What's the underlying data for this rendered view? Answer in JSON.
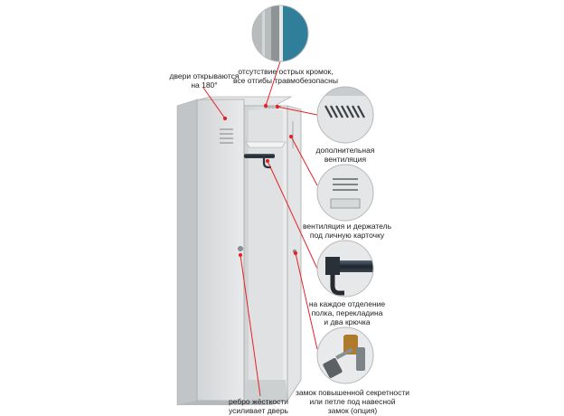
{
  "callouts": {
    "doors_180": "двери открываются\nна 180°",
    "no_sharp_edges": "отсутствие острых кромок,\nвсе отгибы травмобезопасны",
    "extra_ventilation": "дополнительная\nвентиляция",
    "vent_card_holder": "вентиляция и держатель\nпод личную карточку",
    "shelf_rod_hooks": "на каждое отделение\nполка, перекладина\nи два крючка",
    "rib_door": "ребро жёсткости\nусиливает дверь",
    "lock_options": "замок повышенной секретности\nили петле под навесной\nзамок (опция)"
  },
  "colors": {
    "cabinet": "#d9dbdc",
    "cabinet_shadow": "#b7babc",
    "interior": "#e8e9ea",
    "leader": "#e52229",
    "rod": "#2b3440",
    "teal": "#2f7f9a"
  },
  "icons": {
    "detail_edge": "edge-profile-icon",
    "detail_vent": "vent-slots-icon",
    "detail_card": "card-holder-icon",
    "detail_hook": "hook-rod-icon",
    "detail_lock": "lock-key-icon"
  }
}
